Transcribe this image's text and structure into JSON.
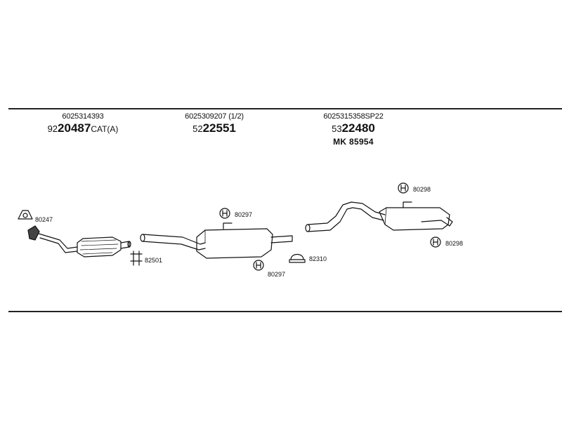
{
  "groups": [
    {
      "oem": "6025314393",
      "prefix": "92",
      "main": "20487",
      "suffix": "CAT(A)",
      "mk": ""
    },
    {
      "oem": "6025309207 (1/2)",
      "prefix": "52",
      "main": "22551",
      "suffix": "",
      "mk": ""
    },
    {
      "oem": "6025315358SP22",
      "prefix": "53",
      "main": "22480",
      "suffix": "",
      "mk": "MK 85954"
    }
  ],
  "parts": {
    "gasket_front": "80247",
    "clamp_front": "82501",
    "hanger_mid_top": "80297",
    "hanger_mid_bottom": "80297",
    "clamp_mid": "82310",
    "hanger_rear_top": "80298",
    "hanger_rear_bottom": "80298"
  }
}
